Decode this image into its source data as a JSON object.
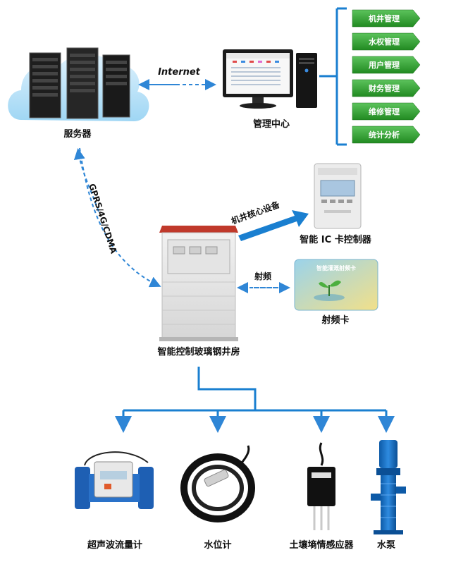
{
  "server": {
    "label": "服务器"
  },
  "internet": {
    "label": "Internet"
  },
  "management_center": {
    "label": "管理中心"
  },
  "menu": {
    "items": [
      "机井管理",
      "水权管理",
      "用户管理",
      "财务管理",
      "维修管理",
      "统计分析"
    ]
  },
  "link_wireless": {
    "label": "GPRS/4G/CDMA"
  },
  "core_device": {
    "label": "机井核心设备"
  },
  "ic_controller": {
    "label": "智能 IC 卡控制器"
  },
  "rf": {
    "link_label": "射频",
    "card_title": "智能灌溉射频卡",
    "card_label": "射频卡"
  },
  "well_house": {
    "label": "智能控制玻璃钢井房"
  },
  "devices": {
    "flowmeter": "超声波流量计",
    "water_level": "水位计",
    "soil_sensor": "土壤墒情感应器",
    "pump": "水泵"
  },
  "colors": {
    "accent_blue": "#1a7fd0",
    "menu_green": "#2a8f2a",
    "dashed_blue": "#2f86d6"
  }
}
